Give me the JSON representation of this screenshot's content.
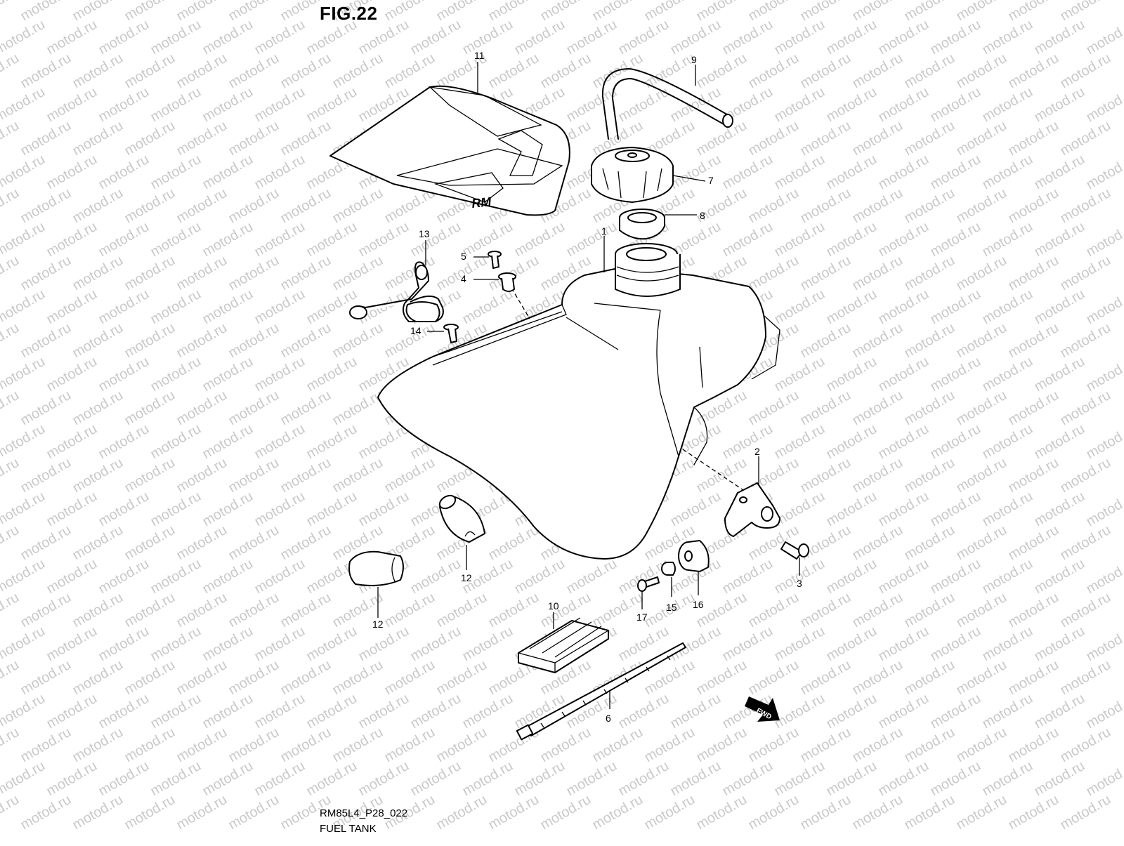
{
  "figure": {
    "title": "FIG.22",
    "code": "RM85L4_P28_022",
    "name": "FUEL TANK"
  },
  "watermark": "motod.ru",
  "decal_text": "RM",
  "fwd_label": "FWD",
  "callouts": [
    "1",
    "2",
    "3",
    "4",
    "5",
    "6",
    "7",
    "8",
    "9",
    "10",
    "11",
    "12",
    "12",
    "13",
    "14",
    "15",
    "16",
    "17"
  ]
}
